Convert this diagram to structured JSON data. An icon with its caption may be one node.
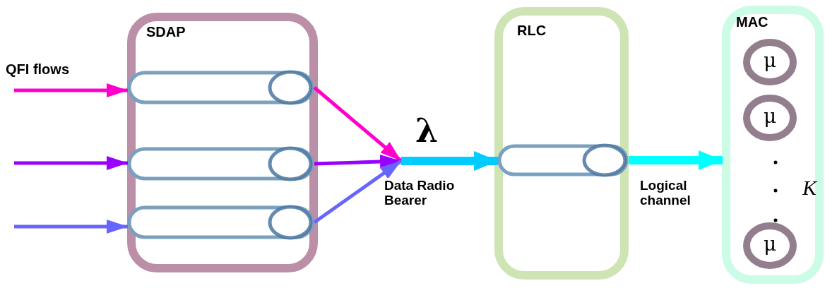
{
  "diagram": {
    "nodes": [
      {
        "text": [
          "SDAP"
        ]
      },
      {
        "text": [],
        "shape": "cylinder",
        "in": 0
      },
      {
        "text": [],
        "shape": "cylinder",
        "in": 0
      },
      {
        "text": [],
        "shape": "cylinder",
        "in": 0
      },
      {
        "text": [
          "RLC"
        ]
      },
      {
        "text": [],
        "shape": "cylinder",
        "in": 4
      },
      {
        "text": [
          "MAC"
        ]
      },
      {
        "text": [
          "μ"
        ],
        "in": 6
      },
      {
        "text": [
          "μ"
        ],
        "in": 6
      },
      {
        "text": [
          "μ"
        ],
        "in": 6
      }
    ],
    "edges": [
      {
        "from": null,
        "to": 1,
        "arrow": "to",
        "color": "#ff00cc"
      },
      {
        "from": null,
        "to": 2,
        "arrow": "to",
        "color": "#9900ff"
      },
      {
        "from": null,
        "to": 3,
        "arrow": "to",
        "color": "#6666ff"
      },
      {
        "from": 1,
        "to": null,
        "arrow": "to",
        "color": "#ff00cc"
      },
      {
        "from": 2,
        "to": null,
        "arrow": "to",
        "color": "#9900ff"
      },
      {
        "from": 3,
        "to": null,
        "arrow": "to",
        "color": "#6666ff"
      },
      {
        "from": null,
        "to": 5,
        "arrow": "to",
        "label": "Data Radio Bearer",
        "style": "thick",
        "color": "#00ccff"
      },
      {
        "from": 5,
        "to": 6,
        "arrow": "to",
        "label": "Logical channel",
        "style": "thick",
        "color": "#00ffff"
      }
    ],
    "labels": [
      "QFI flows",
      "λ",
      "K"
    ]
  }
}
